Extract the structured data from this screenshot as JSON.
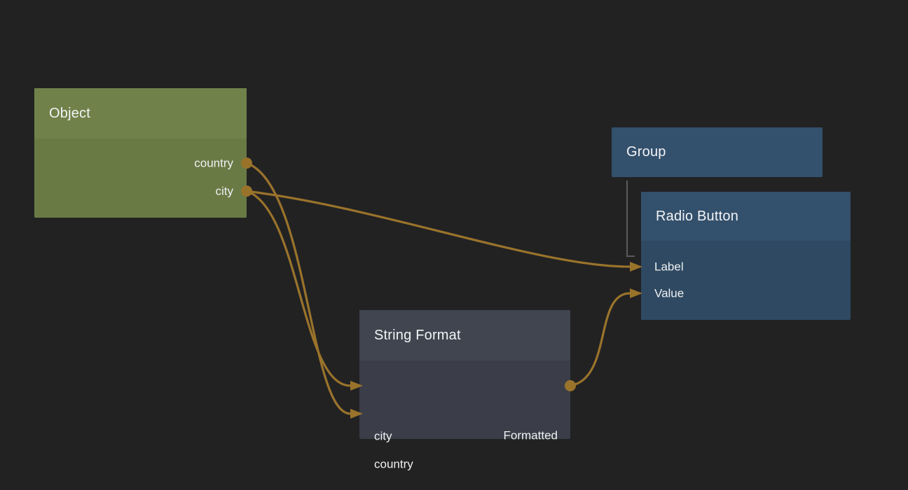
{
  "canvas": {
    "background_color": "#222223",
    "wire_color": "#9A732B",
    "group_link_color": "#5A5B5E"
  },
  "nodes": [
    {
      "title": "Object",
      "header_color": "#708249",
      "body_color": "#697A45",
      "inputs": [],
      "outputs": [
        {
          "label": "country"
        },
        {
          "label": "city"
        }
      ]
    },
    {
      "title": "Group",
      "header_color": "#33506C",
      "body_color": "#33506C",
      "inputs": [],
      "outputs": []
    },
    {
      "title": "Radio Button",
      "header_color": "#33506C",
      "body_color": "#2F4962",
      "inputs": [
        {
          "label": "Label"
        },
        {
          "label": "Value"
        }
      ],
      "outputs": []
    },
    {
      "title": "String Format",
      "header_color": "#40454F",
      "body_color": "#3B3E48",
      "inputs": [
        {
          "label": "city"
        },
        {
          "label": "country"
        }
      ],
      "outputs": [
        {
          "label": "Formatted"
        }
      ]
    }
  ],
  "connections": [
    {
      "from_node": "Object",
      "from_port": "city",
      "to_node": "Radio Button",
      "to_port": "Label"
    },
    {
      "from_node": "Object",
      "from_port": "city",
      "to_node": "String Format",
      "to_port": "city"
    },
    {
      "from_node": "Object",
      "from_port": "country",
      "to_node": "String Format",
      "to_port": "country"
    },
    {
      "from_node": "String Format",
      "from_port": "Formatted",
      "to_node": "Radio Button",
      "to_port": "Value"
    }
  ],
  "group_links": [
    {
      "parent": "Group",
      "child": "Radio Button"
    }
  ]
}
